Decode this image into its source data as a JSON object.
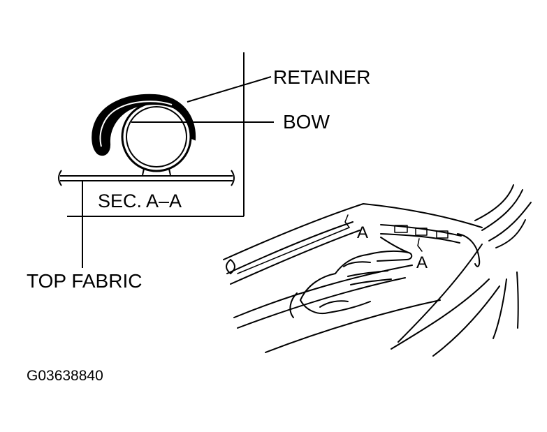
{
  "labels": {
    "retainer": "RETAINER",
    "bow": "BOW",
    "section": "SEC. A–A",
    "top_fabric": "TOP FABRIC",
    "section_mark_upper": "A",
    "section_mark_lower": "A"
  },
  "figure_id": "G03638840",
  "colors": {
    "ink": "#000000",
    "paper": "#ffffff"
  }
}
